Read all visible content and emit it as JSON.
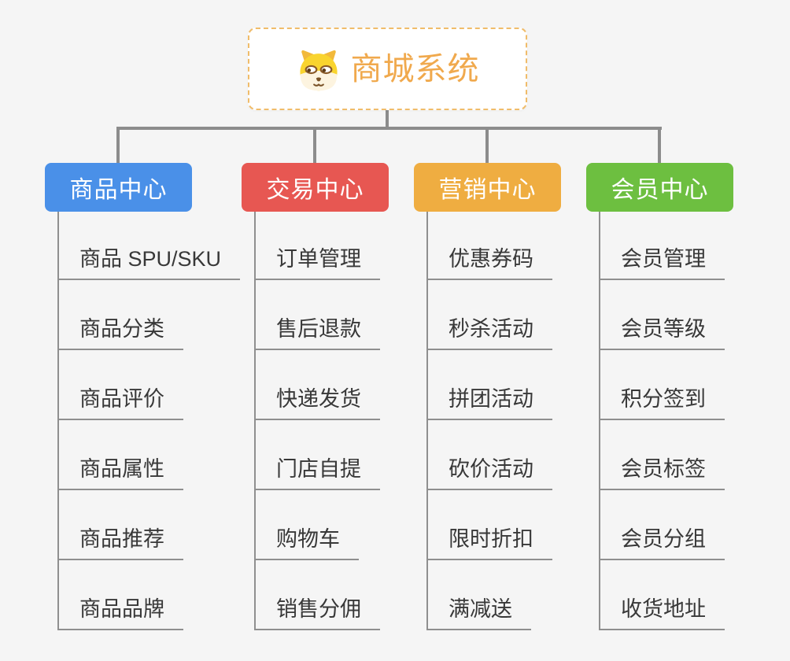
{
  "canvas": {
    "background_color": "#f5f5f5",
    "connector_color": "#8c8c8c"
  },
  "root": {
    "title": "商城系统",
    "icon": "shiba-dog-icon",
    "text_color": "#f0a94d",
    "border_color": "#f0bc6a",
    "background_color": "#ffffff"
  },
  "branches": [
    {
      "label": "商品中心",
      "color": "#4a90e8",
      "children": [
        "商品 SPU/SKU",
        "商品分类",
        "商品评价",
        "商品属性",
        "商品推荐",
        "商品品牌"
      ]
    },
    {
      "label": "交易中心",
      "color": "#e75752",
      "children": [
        "订单管理",
        "售后退款",
        "快递发货",
        "门店自提",
        "购物车",
        "销售分佣"
      ]
    },
    {
      "label": "营销中心",
      "color": "#efad41",
      "children": [
        "优惠券码",
        "秒杀活动",
        "拼团活动",
        "砍价活动",
        "限时折扣",
        "满减送"
      ]
    },
    {
      "label": "会员中心",
      "color": "#6dbf40",
      "children": [
        "会员管理",
        "会员等级",
        "积分签到",
        "会员标签",
        "会员分组",
        "收货地址"
      ]
    }
  ]
}
